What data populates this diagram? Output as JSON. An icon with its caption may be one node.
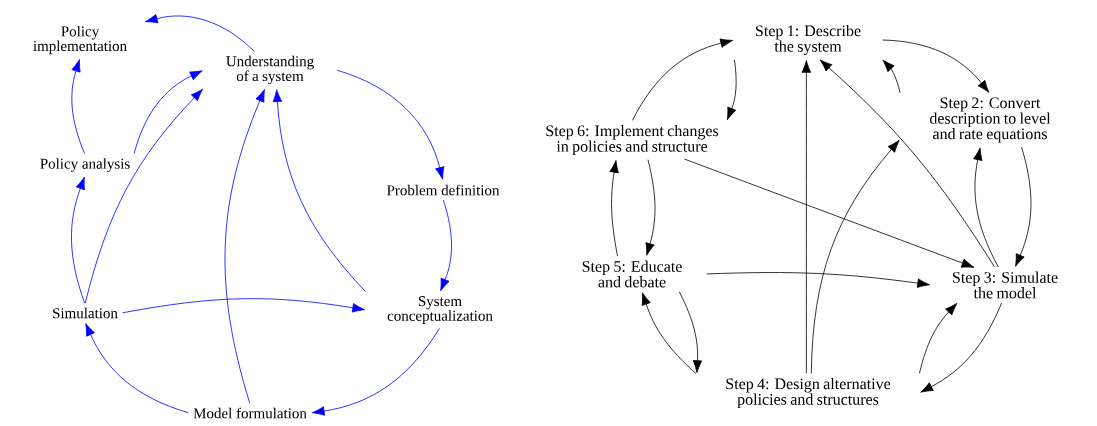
{
  "diagram": {
    "nodes": [
      {
        "text": [
          "Policy implementation"
        ]
      },
      {
        "text": [
          "Understanding of a system"
        ]
      },
      {
        "text": [
          "Problem definition"
        ]
      },
      {
        "text": [
          "System conceptualization"
        ]
      },
      {
        "text": [
          "Model formulation"
        ]
      },
      {
        "text": [
          "Simulation"
        ]
      },
      {
        "text": [
          "Policy analysis"
        ]
      },
      {
        "text": [
          "Step 1: Describe the system"
        ]
      },
      {
        "text": [
          "Step 2: Convert description to level and rate equations"
        ]
      },
      {
        "text": [
          "Step 3: Simulate the model"
        ]
      },
      {
        "text": [
          "Step 4: Design alternative policies and structures"
        ]
      },
      {
        "text": [
          "Step 5: Educate and debate"
        ]
      },
      {
        "text": [
          "Step 6: Implement changes in policies and structure"
        ]
      }
    ],
    "edges": [
      {
        "from": 1,
        "to": 0,
        "arrow": "to",
        "color": "#0000ff"
      },
      {
        "from": 1,
        "to": 2,
        "arrow": "to",
        "color": "#0000ff"
      },
      {
        "from": 2,
        "to": 3,
        "arrow": "to",
        "color": "#0000ff"
      },
      {
        "from": 3,
        "to": 4,
        "arrow": "to",
        "color": "#0000ff"
      },
      {
        "from": 4,
        "to": 5,
        "arrow": "to",
        "color": "#0000ff"
      },
      {
        "from": 5,
        "to": 6,
        "arrow": "to",
        "color": "#0000ff"
      },
      {
        "from": 6,
        "to": 0,
        "arrow": "to",
        "color": "#0000ff"
      },
      {
        "from": 6,
        "to": 1,
        "arrow": "to",
        "color": "#0000ff"
      },
      {
        "from": 5,
        "to": 1,
        "arrow": "to",
        "color": "#0000ff"
      },
      {
        "from": 4,
        "to": 1,
        "arrow": "to",
        "color": "#0000ff"
      },
      {
        "from": 3,
        "to": 1,
        "arrow": "to",
        "color": "#0000ff"
      },
      {
        "from": 5,
        "to": 3,
        "arrow": "to",
        "color": "#0000ff"
      },
      {
        "from": 12,
        "to": 7,
        "arrow": "to"
      },
      {
        "from": 7,
        "to": 12,
        "arrow": "to"
      },
      {
        "from": 7,
        "to": 8,
        "arrow": "to"
      },
      {
        "from": 8,
        "to": 7,
        "arrow": "to"
      },
      {
        "from": 8,
        "to": 9,
        "arrow": "to"
      },
      {
        "from": 9,
        "to": 8,
        "arrow": "to"
      },
      {
        "from": 9,
        "to": 7,
        "arrow": "to"
      },
      {
        "from": 10,
        "to": 7,
        "arrow": "to"
      },
      {
        "from": 10,
        "to": 8,
        "arrow": "to"
      },
      {
        "from": 12,
        "to": 9,
        "arrow": "to"
      },
      {
        "from": 11,
        "to": 9,
        "arrow": "to"
      },
      {
        "from": 9,
        "to": 10,
        "arrow": "to"
      },
      {
        "from": 10,
        "to": 9,
        "arrow": "to"
      },
      {
        "from": 11,
        "to": 10,
        "arrow": "to"
      },
      {
        "from": 10,
        "to": 11,
        "arrow": "to"
      },
      {
        "from": 12,
        "to": 11,
        "arrow": "to"
      },
      {
        "from": 11,
        "to": 12,
        "arrow": "to"
      }
    ]
  }
}
